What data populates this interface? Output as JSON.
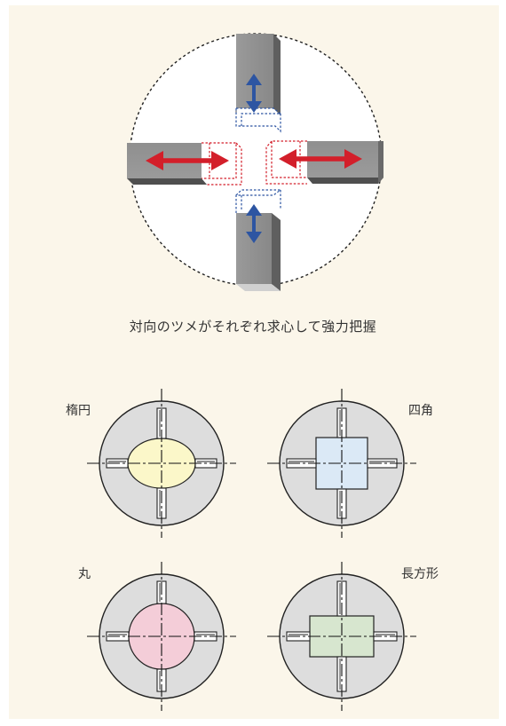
{
  "caption": "対向のツメがそれぞれ求心して強力把握",
  "shapes": [
    {
      "label": "楕円",
      "shape": "ellipse",
      "fill": "#fbf7c9"
    },
    {
      "label": "四角",
      "shape": "square",
      "fill": "#dbe9f6"
    },
    {
      "label": "丸",
      "shape": "circle",
      "fill": "#f4cdd8"
    },
    {
      "label": "長方形",
      "shape": "rectangle",
      "fill": "#d7e6cf"
    }
  ],
  "colors": {
    "background": "#fbf6ea",
    "jaw": "#8e8e8e",
    "horizontal_arrow": "#d31f2a",
    "vertical_arrow": "#2d55a2",
    "chuck_disc": "#dddddd"
  }
}
